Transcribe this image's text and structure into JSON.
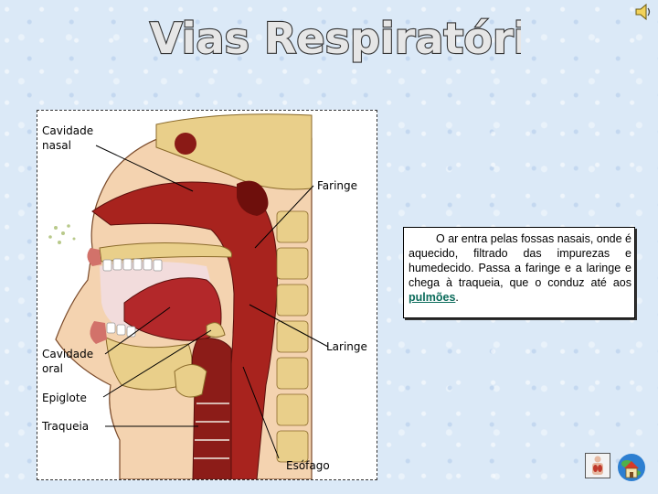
{
  "header": {
    "title": "Vias Respiratórias",
    "speaker_icon": "speaker-icon"
  },
  "figure": {
    "labels": {
      "cavidade_nasal": "Cavidade\nnasal",
      "faringe": "Faringe",
      "laringe": "Laringe",
      "cavidade_oral": "Cavidade\noral",
      "epiglote": "Epiglote",
      "traqueia": "Traqueia",
      "esofago": "Esófago"
    }
  },
  "info": {
    "text_before": "O ar entra pelas fossas nasais, onde é aquecido, filtrado das impurezas e humedecido. Passa a faringe e a laringe e chega à traqueia, que o conduz até aos ",
    "link": "pulmões",
    "text_after": "."
  },
  "nav": {
    "lungs_icon": "lungs-body-icon",
    "home_icon": "home-icon"
  },
  "colors": {
    "tissue_red": "#a8231e",
    "bone_beige": "#e9cf8a",
    "skin": "#f4d3b0"
  }
}
